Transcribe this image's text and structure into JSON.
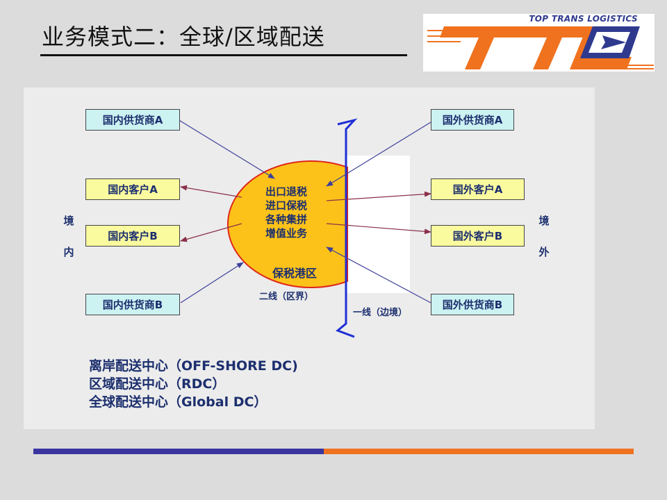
{
  "title": "业务模式二：全球/区域配送",
  "logo": {
    "tagline": "TOP TRANS LOGISTICS",
    "brand_letters": "TTL",
    "colors": {
      "orange": "#f0721e",
      "navy": "#2f3a8f"
    }
  },
  "diagram": {
    "left_boxes": [
      {
        "label": "国内供货商A",
        "style": "cyan"
      },
      {
        "label": "国内客户A",
        "style": "yellow"
      },
      {
        "label": "国内客户B",
        "style": "yellow"
      },
      {
        "label": "国内供货商B",
        "style": "cyan"
      }
    ],
    "right_boxes": [
      {
        "label": "国外供货商A",
        "style": "cyan"
      },
      {
        "label": "国外客户A",
        "style": "yellow"
      },
      {
        "label": "国外客户B",
        "style": "yellow"
      },
      {
        "label": "国外供货商B",
        "style": "cyan"
      }
    ],
    "center_services": [
      "出口退税",
      "进口保税",
      "各种集拼",
      "增值业务"
    ],
    "center_label": "保税港区",
    "second_line_label": "二线（区界）",
    "first_line_label": "一线（边境）",
    "domestic_label": "境内",
    "overseas_label": "境外",
    "colors": {
      "ellipse_fill": "#fcc21a",
      "ellipse_border": "#e0261b",
      "border_line": "#1f2fd6",
      "inbound_arrow": "#3d3f9a",
      "outbound_arrow": "#8a3049"
    }
  },
  "dc_types": [
    "离岸配送中心（OFF-SHORE DC)",
    "区域配送中心（RDC）",
    "全球配送中心（Global DC）"
  ],
  "footer": {
    "colors": {
      "left": "#3a35a0",
      "right": "#f0721e"
    }
  }
}
